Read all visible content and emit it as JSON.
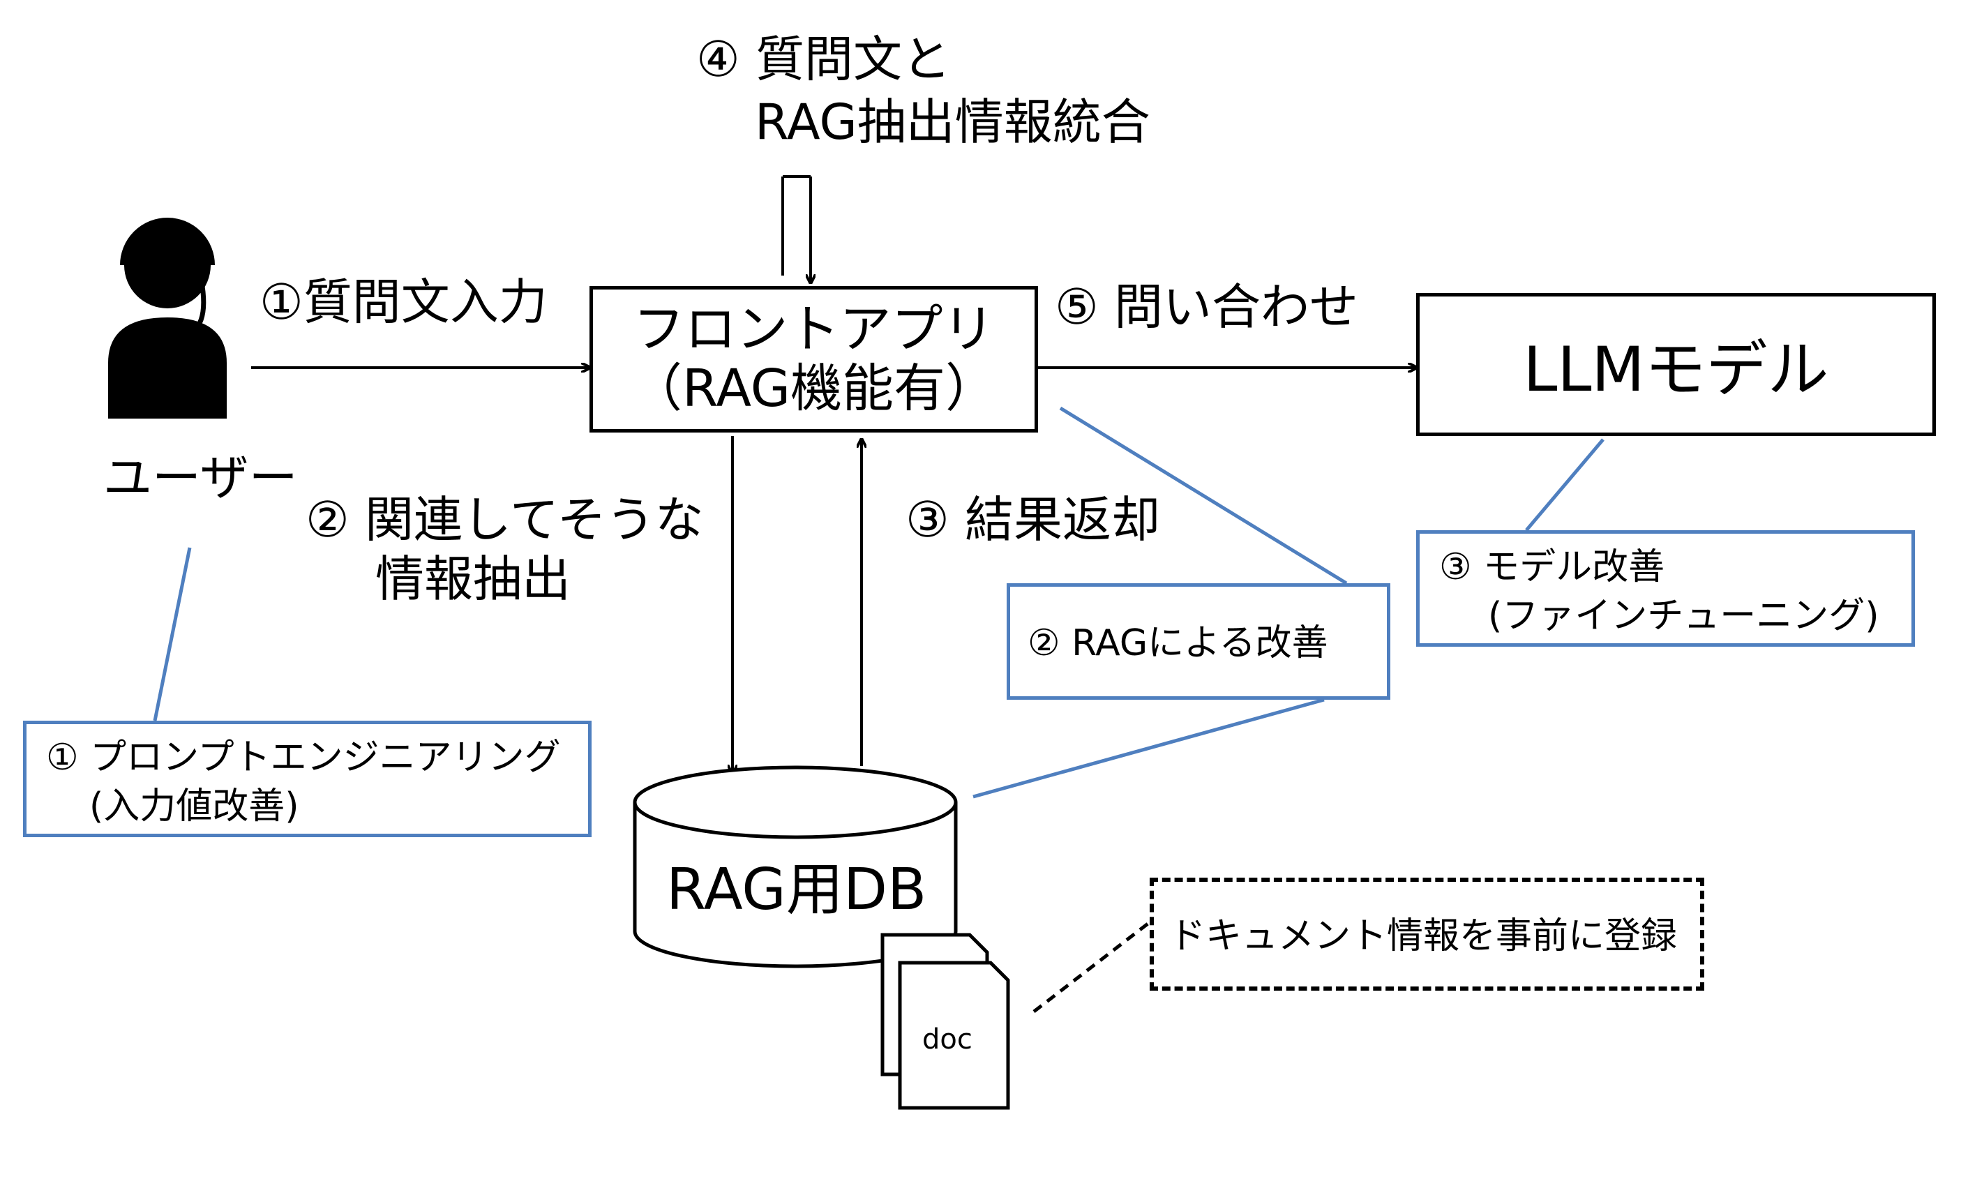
{
  "user": {
    "label": "ユーザー"
  },
  "steps": {
    "step1": "①質問文入力",
    "step2_line1": "② 関連してそうな",
    "step2_line2": "情報抽出",
    "step3": "③ 結果返却",
    "step4_line1": "④ 質問文と",
    "step4_line2": "RAG抽出情報統合",
    "step5": "⑤ 問い合わせ"
  },
  "nodes": {
    "front_app_line1": "フロントアプリ",
    "front_app_line2": "（RAG機能有）",
    "llm_model": "LLMモデル",
    "rag_db": "RAG用DB",
    "doc": "doc"
  },
  "notes": {
    "prompt_engineering_line1": "① プロンプトエンジニアリング",
    "prompt_engineering_line2": "(入力値改善)",
    "rag_improvement": "② RAGによる改善",
    "model_improvement_line1": "③ モデル改善",
    "model_improvement_line2": "(ファインチューニング)",
    "doc_registration": "ドキュメント情報を事前に登録"
  },
  "colors": {
    "blue_accent": "#4f7fbf",
    "line_black": "#000000"
  }
}
